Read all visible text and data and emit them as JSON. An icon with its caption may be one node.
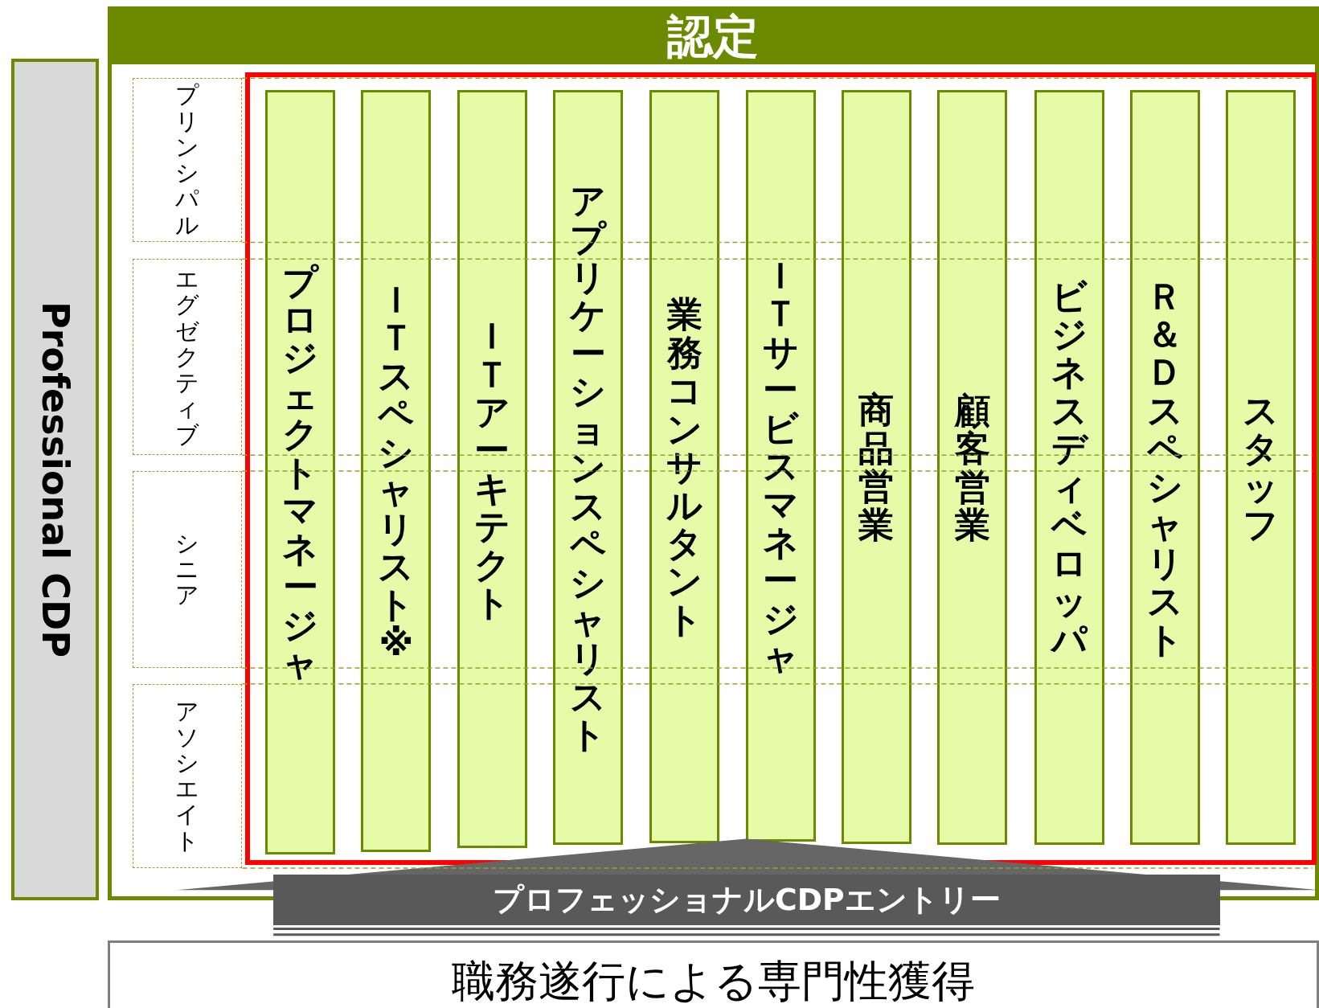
{
  "diagram": {
    "nodes": [
      {
        "text": [
          "認定"
        ]
      },
      {
        "text": [
          "Professional CDP"
        ]
      },
      {
        "text": [
          "プリンシパル"
        ],
        "in": 0
      },
      {
        "text": [
          "エグゼクティブ"
        ],
        "in": 0
      },
      {
        "text": [
          "シニア"
        ],
        "in": 0
      },
      {
        "text": [
          "アソシエイト"
        ],
        "in": 0
      },
      {
        "text": [],
        "shape": "box",
        "in": 0
      },
      {
        "text": [
          "プロジェクトマネージャ"
        ],
        "in": 6
      },
      {
        "text": [
          "ＩＴスペシャリスト※"
        ],
        "in": 6
      },
      {
        "text": [
          "ＩＴアーキテクト"
        ],
        "in": 6
      },
      {
        "text": [
          "アプリケーションスペシャリスト"
        ],
        "in": 6
      },
      {
        "text": [
          "業務コンサルタント"
        ],
        "in": 6
      },
      {
        "text": [
          "ＩＴサービスマネージャ"
        ],
        "in": 6
      },
      {
        "text": [
          "商品営業"
        ],
        "in": 6
      },
      {
        "text": [
          "顧客営業"
        ],
        "in": 6
      },
      {
        "text": [
          "ビジネスディベロッパ"
        ],
        "in": 6
      },
      {
        "text": [
          "Ｒ＆Ｄスペシャリスト"
        ],
        "in": 6
      },
      {
        "text": [
          "スタッフ"
        ],
        "in": 6
      },
      {
        "text": [
          "プロフェッショナルCDPエントリー"
        ]
      },
      {
        "text": [
          "職務遂行による専門性獲得"
        ]
      }
    ],
    "edges": []
  }
}
